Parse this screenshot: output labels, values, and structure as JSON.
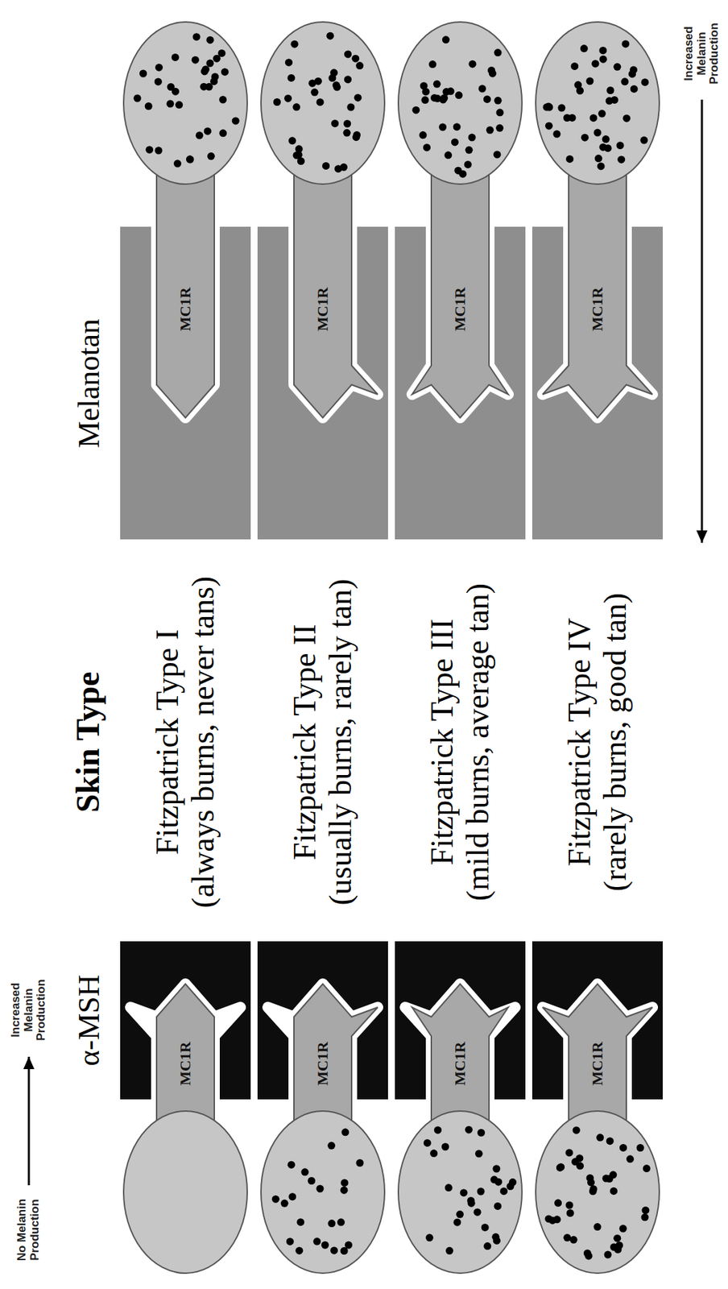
{
  "diagram": {
    "labels": [
      "α-MSH",
      "Skin Type",
      "Melanotan",
      "No Melanin Production",
      "Increased Melanin Production",
      "Increased Melanin Production",
      "Fitzpatrick Type I",
      "(always burns, never tans)",
      "Fitzpatrick Type II",
      "(usually burns, rarely tan)",
      "Fitzpatrick Type III",
      "(mild burns, average tan)",
      "Fitzpatrick Type IV",
      "(rarely burns, good tan)",
      "MC1R",
      "MC1R",
      "MC1R",
      "MC1R",
      "MC1R",
      "MC1R",
      "MC1R",
      "MC1R"
    ]
  }
}
